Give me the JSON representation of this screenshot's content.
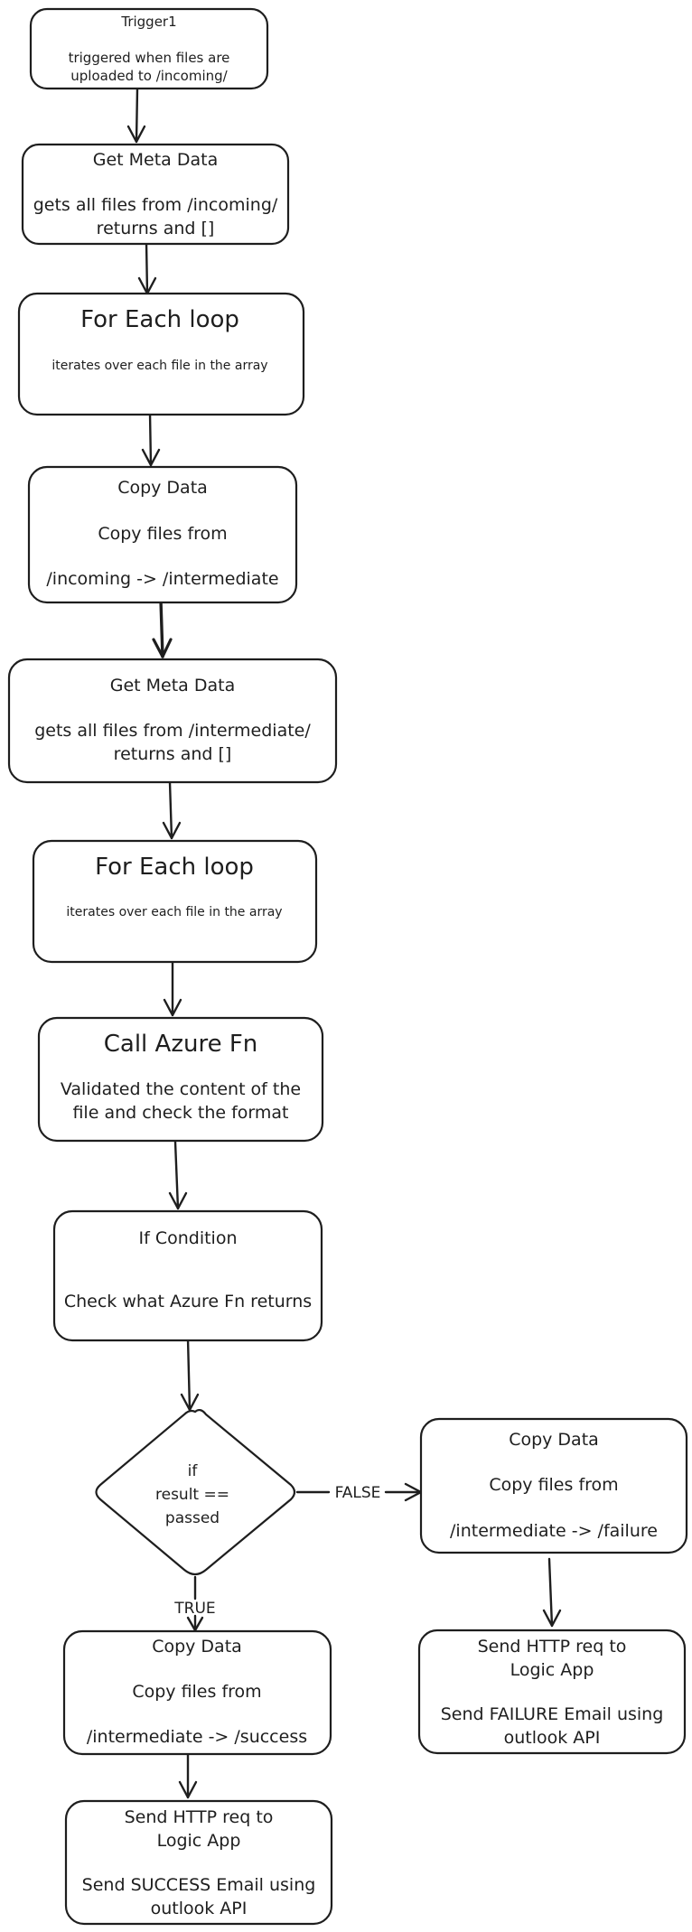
{
  "nodes": {
    "trigger1": {
      "lines": [
        "Trigger1",
        "",
        "triggered when files are",
        "uploaded to /incoming/"
      ]
    },
    "get_meta_1": {
      "lines": [
        "Get Meta Data",
        "",
        "gets all files from /incoming/",
        "returns and []"
      ]
    },
    "for_each_1": {
      "title": "For Each loop",
      "lines": [
        "iterates over each file in the array"
      ]
    },
    "copy_data_1": {
      "lines": [
        "Copy Data",
        "",
        "Copy files from",
        "",
        "/incoming -> /intermediate"
      ]
    },
    "get_meta_2": {
      "lines": [
        "Get Meta Data",
        "",
        "gets all files from /intermediate/",
        "returns and []"
      ]
    },
    "for_each_2": {
      "title": "For Each loop",
      "lines": [
        "iterates over each file in the array"
      ]
    },
    "call_azure_fn": {
      "title": "Call Azure Fn",
      "lines": [
        "Validated the content of the",
        "file and check the format"
      ]
    },
    "if_condition": {
      "lines": [
        "If Condition",
        "",
        "",
        "Check what Azure Fn returns"
      ]
    },
    "decision": {
      "lines": [
        "if",
        "result ==",
        "passed"
      ]
    },
    "copy_failure": {
      "lines": [
        "Copy Data",
        "",
        "Copy files from",
        "",
        "/intermediate -> /failure"
      ]
    },
    "copy_success": {
      "lines": [
        "Copy Data",
        "",
        "Copy files from",
        "",
        "/intermediate -> /success"
      ]
    },
    "http_failure": {
      "lines": [
        "Send HTTP req to",
        "Logic App",
        "",
        "Send FAILURE Email using",
        "outlook API"
      ]
    },
    "http_success": {
      "lines": [
        "Send HTTP req to",
        "Logic App",
        "",
        "Send SUCCESS Email using",
        "outlook API"
      ]
    }
  },
  "edges": {
    "false_label": "FALSE",
    "true_label": "TRUE"
  }
}
